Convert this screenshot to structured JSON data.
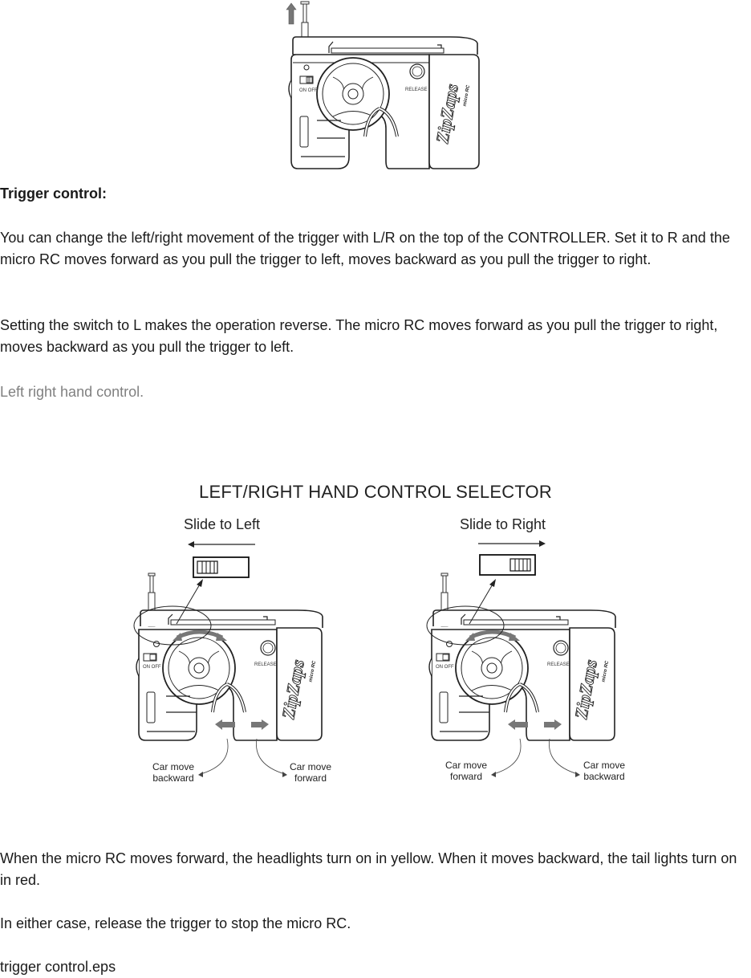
{
  "top_figure": {
    "alt": "Controller with extended antenna",
    "switch_label": "ON OFF",
    "release_label": "RELEASE",
    "brand": "ZipZaps",
    "brand_sub": "micro RC"
  },
  "section": {
    "heading": "Trigger control:",
    "paragraphs": [
      "You can change the left/right movement of the trigger with L/R on the top of the CONTROLLER. Set it to R and the micro RC moves forward as you pull the trigger to left, moves backward as you pull the trigger to right.",
      "Setting the switch to L makes the operation reverse. The micro RC moves forward as you pull the trigger to right, moves backward as you pull the trigger to left."
    ],
    "figure_caption": "Left right hand control."
  },
  "diagram": {
    "title": "LEFT/RIGHT HAND CONTROL SELECTOR",
    "left": {
      "slide_label": "Slide to Left",
      "arrow_direction": "left",
      "switch_position": "left",
      "car_left_label_line1": "Car move",
      "car_left_label_line2": "backward",
      "car_right_label_line1": "Car move",
      "car_right_label_line2": "forward"
    },
    "right": {
      "slide_label": "Slide to Right",
      "arrow_direction": "right",
      "switch_position": "right",
      "car_left_label_line1": "Car move",
      "car_left_label_line2": "forward",
      "car_right_label_line1": "Car move",
      "car_right_label_line2": "backward"
    },
    "switch_label": "ON OFF",
    "release_label": "RELEASE"
  },
  "footer": {
    "paragraphs": [
      "When the micro RC moves forward, the headlights turn on in yellow. When it moves backward, the tail lights turn on in red.",
      "In either case, release the trigger to stop the micro RC."
    ],
    "file_label": "trigger control.eps"
  },
  "colors": {
    "text": "#1a1a1a",
    "caption": "#808080",
    "arrow_fill": "#808080"
  }
}
